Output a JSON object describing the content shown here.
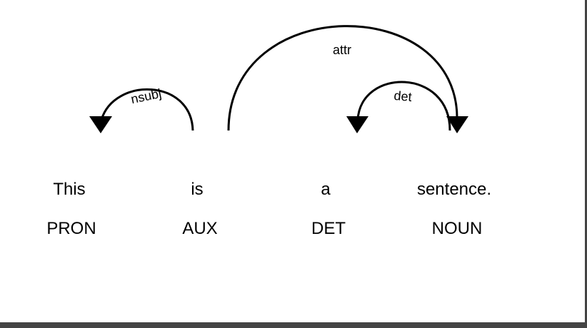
{
  "tokens": [
    {
      "text": "This",
      "tag": "PRON"
    },
    {
      "text": "is",
      "tag": "AUX"
    },
    {
      "text": "a",
      "tag": "DET"
    },
    {
      "text": "sentence.",
      "tag": "NOUN"
    }
  ],
  "arcs": [
    {
      "label": "nsubj",
      "head": 1,
      "dependent": 0
    },
    {
      "label": "det",
      "head": 3,
      "dependent": 2
    },
    {
      "label": "attr",
      "head": 1,
      "dependent": 3
    }
  ],
  "colors": {
    "background": "#ffffff",
    "ink": "#000000",
    "frame": "#444444"
  }
}
